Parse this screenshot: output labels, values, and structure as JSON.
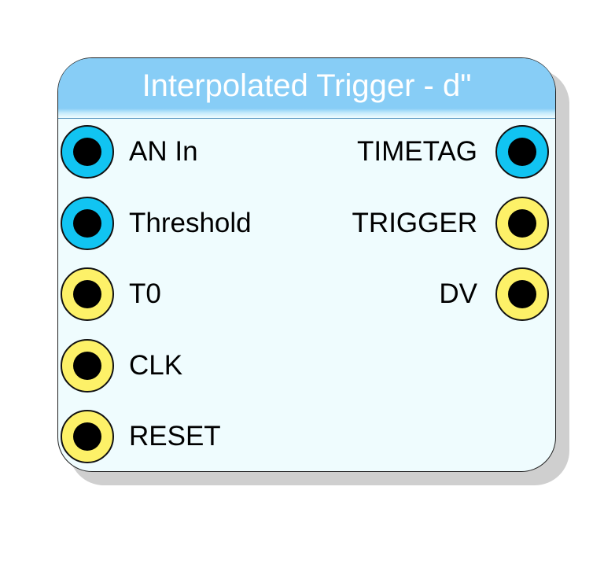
{
  "block": {
    "title": "Interpolated Trigger - d\"",
    "inputs": [
      {
        "label": "AN In",
        "type": "blue"
      },
      {
        "label": "Threshold",
        "type": "blue"
      },
      {
        "label": "T0",
        "type": "yellow"
      },
      {
        "label": "CLK",
        "type": "yellow"
      },
      {
        "label": "RESET",
        "type": "yellow"
      }
    ],
    "outputs": [
      {
        "label": "TIMETAG",
        "type": "blue"
      },
      {
        "label": "TRIGGER",
        "type": "yellow"
      },
      {
        "label": "DV",
        "type": "yellow"
      }
    ]
  },
  "colors": {
    "header": "#87cdf6",
    "body": "#effcfe",
    "port_blue": "#11c4f2",
    "port_yellow": "#fdf168",
    "shadow": "#cfcfcf"
  }
}
